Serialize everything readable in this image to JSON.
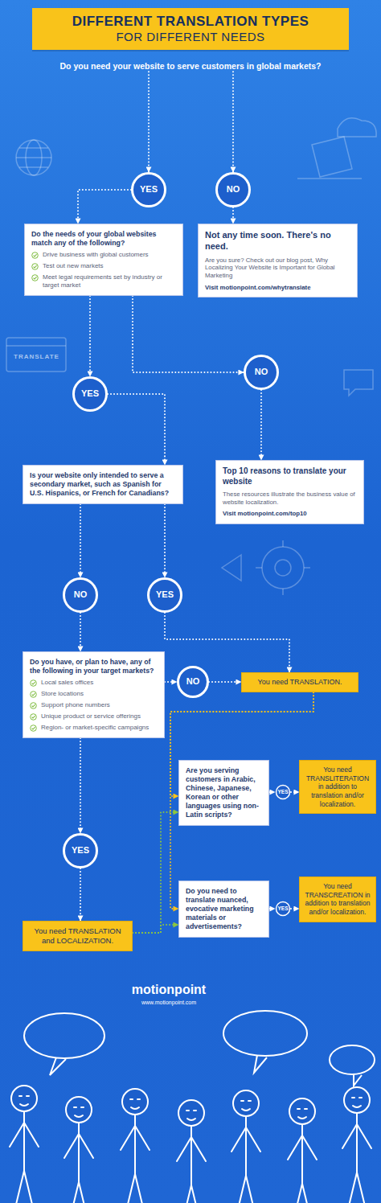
{
  "diagram": {
    "nodes": [
      {
        "text": [
          "DIFFERENT TRANSLATION TYPES",
          "FOR DIFFERENT NEEDS"
        ]
      },
      {
        "text": [
          "Do you need your website to serve customers in global markets?"
        ]
      },
      {
        "text": [
          "YES"
        ]
      },
      {
        "text": [
          "NO"
        ]
      },
      {
        "text": [
          "Do the needs of your global websites match any of the following?",
          "Drive business with global customers",
          "Test out new markets",
          "Meet legal requirements set by industry or target market"
        ]
      },
      {
        "text": [
          "Not any time soon. There's no need.",
          "Are you sure? Check out our blog post, Why Localizing Your Website is Important for Global Marketing",
          "Visit motionpoint.com/whytranslate"
        ]
      },
      {
        "text": [
          "YES"
        ]
      },
      {
        "text": [
          "NO"
        ]
      },
      {
        "text": [
          "Is your website only intended to serve a secondary market, such as Spanish for U.S. Hispanics, or French for Canadians?"
        ]
      },
      {
        "text": [
          "Top 10 reasons to translate your website",
          "These resources illustrate the business value of website localization.",
          "Visit motionpoint.com/top10"
        ]
      },
      {
        "text": [
          "NO"
        ]
      },
      {
        "text": [
          "YES"
        ]
      },
      {
        "text": [
          "Do you have, or plan to have, any of the following in your target markets?",
          "Local sales offices",
          "Store locations",
          "Support phone numbers",
          "Unique product or service offerings",
          "Region- or market-specific campaigns"
        ]
      },
      {
        "text": [
          "NO"
        ]
      },
      {
        "text": [
          "You need TRANSLATION."
        ]
      },
      {
        "text": [
          "YES"
        ]
      },
      {
        "text": [
          "Are you serving customers in Arabic, Chinese, Japanese, Korean or other languages using non-Latin scripts?"
        ]
      },
      {
        "text": [
          "YES"
        ]
      },
      {
        "text": [
          "You need TRANSLITERATION in addition to translation and/or localization."
        ]
      },
      {
        "text": [
          "You need TRANSLATION and LOCALIZATION."
        ]
      },
      {
        "text": [
          "Do you need to translate nuanced, evocative marketing materials or advertisements?"
        ]
      },
      {
        "text": [
          "YES"
        ]
      },
      {
        "text": [
          "You need TRANSCREATION in addition to translation and/or localization."
        ]
      }
    ],
    "edges": [
      {
        "from": 1,
        "to": 2,
        "arrow": "to"
      },
      {
        "from": 1,
        "to": 3,
        "arrow": "to"
      },
      {
        "from": 2,
        "to": 4,
        "arrow": "to"
      },
      {
        "from": 3,
        "to": 5,
        "arrow": "to"
      },
      {
        "from": 4,
        "to": 6,
        "arrow": "to"
      },
      {
        "from": 4,
        "to": 7,
        "arrow": "to"
      },
      {
        "from": 6,
        "to": 8,
        "arrow": "to"
      },
      {
        "from": 7,
        "to": 9,
        "arrow": "to"
      },
      {
        "from": 8,
        "to": 10,
        "arrow": "to"
      },
      {
        "from": 8,
        "to": 11,
        "arrow": "to"
      },
      {
        "from": 10,
        "to": 12,
        "arrow": "to"
      },
      {
        "from": 11,
        "to": 14,
        "arrow": "to"
      },
      {
        "from": 12,
        "to": 13,
        "arrow": "to"
      },
      {
        "from": 13,
        "to": 14,
        "arrow": "to"
      },
      {
        "from": 12,
        "to": 15,
        "arrow": "to"
      },
      {
        "from": 15,
        "to": 19,
        "arrow": "to"
      },
      {
        "from": 14,
        "to": 16,
        "arrow": "to"
      },
      {
        "from": 14,
        "to": 20,
        "arrow": "to"
      },
      {
        "from": 19,
        "to": 16,
        "arrow": "to"
      },
      {
        "from": 19,
        "to": 20,
        "arrow": "to"
      },
      {
        "from": 16,
        "to": 17,
        "arrow": "to"
      },
      {
        "from": 17,
        "to": 18,
        "arrow": "to"
      },
      {
        "from": 20,
        "to": 21,
        "arrow": "to"
      },
      {
        "from": 21,
        "to": 22,
        "arrow": "to"
      }
    ],
    "labels": [
      "TRANSLATE",
      "motionpoint",
      "www.motionpoint.com"
    ]
  }
}
